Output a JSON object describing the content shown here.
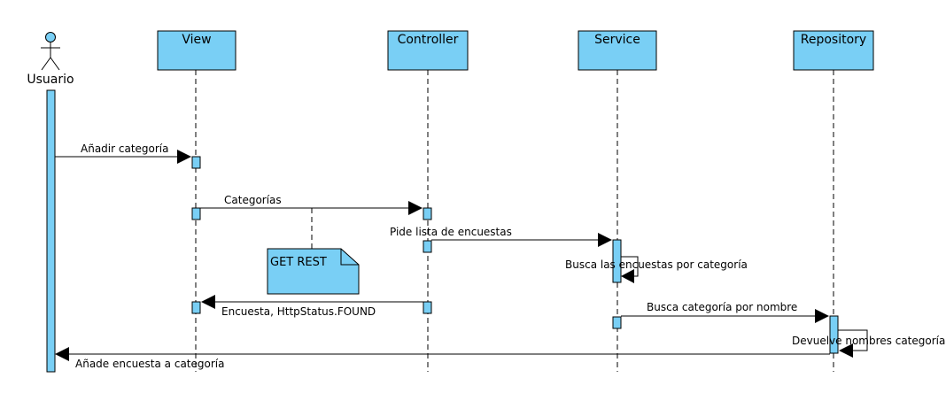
{
  "actor": {
    "label": "Usuario"
  },
  "participants": [
    {
      "id": "view",
      "label": "View"
    },
    {
      "id": "controller",
      "label": "Controller"
    },
    {
      "id": "service",
      "label": "Service"
    },
    {
      "id": "repository",
      "label": "Repository"
    }
  ],
  "messages": [
    {
      "id": "m1",
      "label": "Añadir categoría"
    },
    {
      "id": "m2",
      "label": "Categorías"
    },
    {
      "id": "m3",
      "label": "Pide lista de encuestas"
    },
    {
      "id": "m4",
      "label": "Busca las encuestas por categoría"
    },
    {
      "id": "m5",
      "label": "Busca categoría por nombre"
    },
    {
      "id": "m6",
      "label": "Encuesta, HttpStatus.FOUND"
    },
    {
      "id": "m7",
      "label": "Devuelve nombres categorías"
    },
    {
      "id": "m8",
      "label": "Añade encuesta a categoría"
    }
  ],
  "note": {
    "label": "GET REST"
  },
  "colors": {
    "fill": "#79cff5",
    "stroke": "#000000",
    "background": "#ffffff"
  }
}
